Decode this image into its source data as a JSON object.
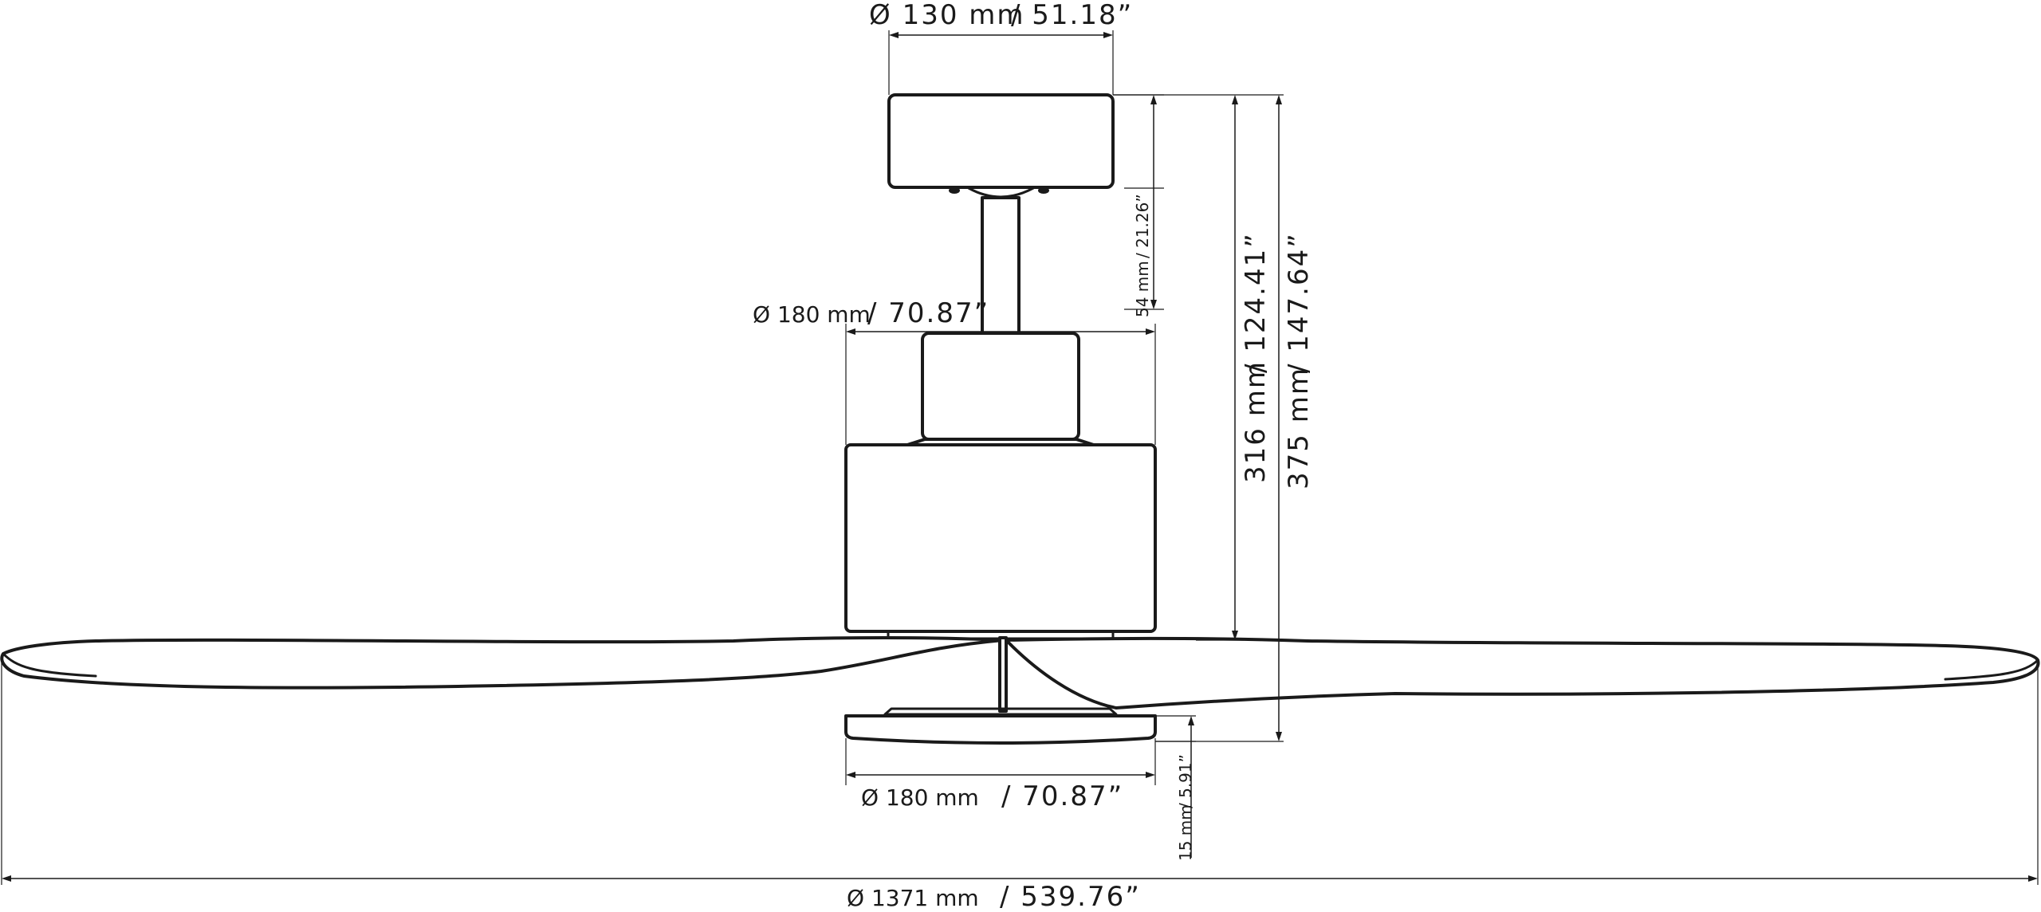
{
  "dimensions": {
    "canopy_diameter": {
      "metric": "Ø 130 mm",
      "imperial": "/  51.18”"
    },
    "downrod_length": {
      "metric": "54 mm",
      "imperial": "/  21.26”"
    },
    "motor_diameter": {
      "metric": "Ø 180 mm",
      "imperial": "/  70.87”"
    },
    "height_to_blade": {
      "metric": "316 mm",
      "imperial": "/  124.41”"
    },
    "total_height": {
      "metric": "375 mm",
      "imperial": "/  147.64”"
    },
    "light_diameter": {
      "metric": "Ø 180 mm",
      "imperial": "/  70.87”"
    },
    "light_height": {
      "metric": "15 mm",
      "imperial": "/  5.91”"
    },
    "blade_span": {
      "metric": "Ø 1371 mm",
      "imperial": "/  539.76”"
    }
  },
  "colors": {
    "line": "#1a1a1a",
    "background": "#ffffff"
  }
}
